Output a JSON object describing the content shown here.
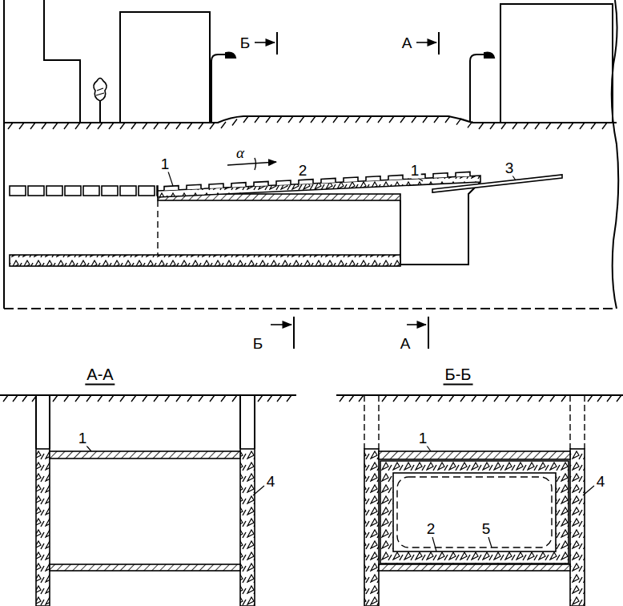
{
  "diagram": {
    "labels": [
      "Б",
      "А",
      "1",
      "α",
      "2",
      "1",
      "3",
      "Б",
      "А",
      "А-А",
      "Б-Б",
      "1",
      "4",
      "1",
      "2",
      "5",
      "4"
    ]
  }
}
